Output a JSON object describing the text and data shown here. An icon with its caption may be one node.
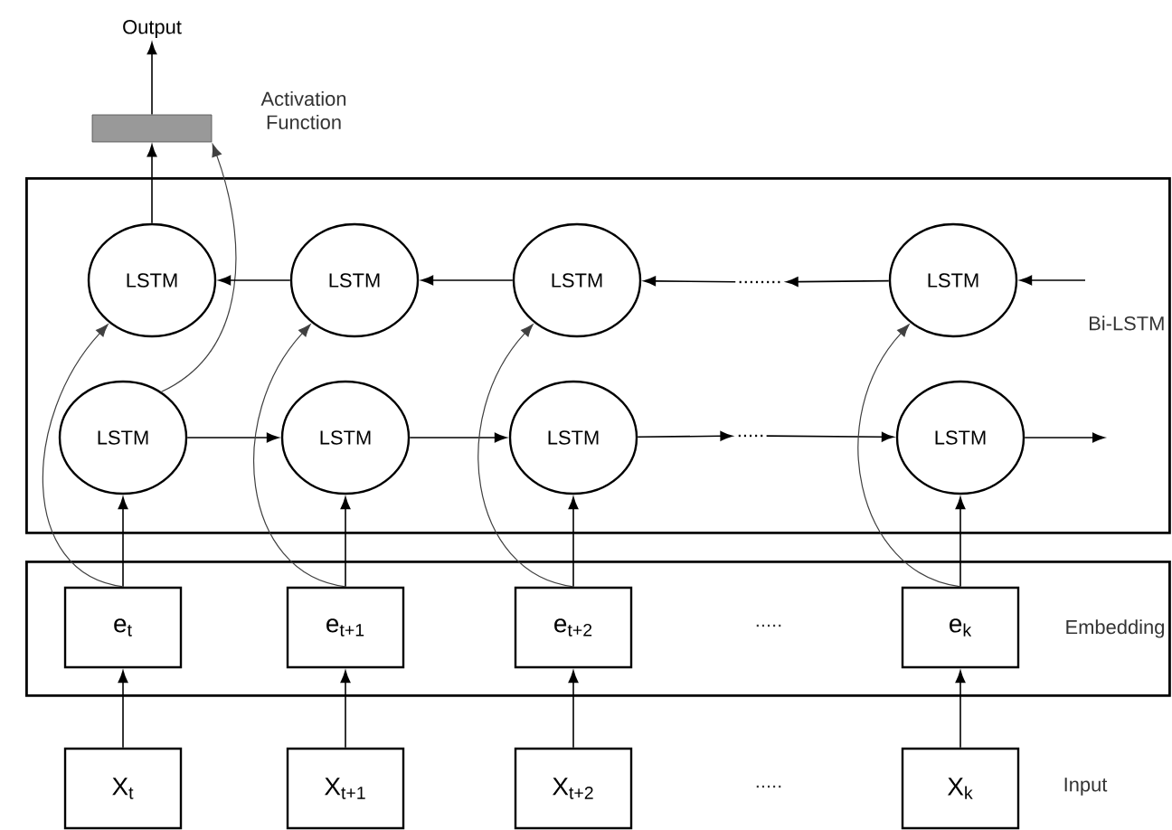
{
  "diagram": {
    "nodes": [
      {
        "text": [
          "Output"
        ]
      },
      {
        "text": [],
        "shape": "bar",
        "beside": [
          "Activation Function"
        ]
      },
      {
        "text": [
          "Bi-LSTM"
        ]
      },
      {
        "text": [
          "LSTM"
        ],
        "in": 2
      },
      {
        "text": [
          "LSTM"
        ],
        "in": 2
      },
      {
        "text": [
          "LSTM"
        ],
        "in": 2
      },
      {
        "text": [
          "LSTM"
        ],
        "in": 2
      },
      {
        "text": [
          "........"
        ],
        "in": 2
      },
      {
        "text": [
          "LSTM"
        ],
        "in": 2
      },
      {
        "text": [
          "LSTM"
        ],
        "in": 2
      },
      {
        "text": [
          "LSTM"
        ],
        "in": 2
      },
      {
        "text": [
          "LSTM"
        ],
        "in": 2
      },
      {
        "text": [
          "....."
        ],
        "in": 2
      },
      {
        "text": [
          "Embedding"
        ]
      },
      {
        "text": [
          "e$_{t}$"
        ],
        "in": 13
      },
      {
        "text": [
          "e$_{t+1}$"
        ],
        "in": 13
      },
      {
        "text": [
          "e$_{t+2}$"
        ],
        "in": 13
      },
      {
        "text": [
          "e$_{k}$"
        ],
        "in": 13
      },
      {
        "text": [
          "X$_{t}$"
        ]
      },
      {
        "text": [
          "X$_{t+1}$"
        ]
      },
      {
        "text": [
          "X$_{t+2}$"
        ]
      },
      {
        "text": [
          "X$_{k}$"
        ]
      }
    ],
    "edges": [
      {
        "from": 1,
        "to": 0,
        "arrow": "to"
      },
      {
        "from": 3,
        "to": 1,
        "arrow": "to"
      },
      {
        "from": 8,
        "to": 1,
        "arrow": "to"
      },
      {
        "from": 4,
        "to": 3,
        "arrow": "to"
      },
      {
        "from": 5,
        "to": 4,
        "arrow": "to"
      },
      {
        "from": 7,
        "to": 5,
        "arrow": "to"
      },
      {
        "from": 6,
        "to": 7,
        "arrow": "to"
      },
      {
        "from": null,
        "to": 6,
        "arrow": "to"
      },
      {
        "from": 8,
        "to": 9,
        "arrow": "to"
      },
      {
        "from": 9,
        "to": 10,
        "arrow": "to"
      },
      {
        "from": 10,
        "to": 12,
        "arrow": "to"
      },
      {
        "from": 12,
        "to": 11,
        "arrow": "to"
      },
      {
        "from": 11,
        "to": null,
        "arrow": "to"
      },
      {
        "from": 14,
        "to": 8,
        "arrow": "to"
      },
      {
        "from": 15,
        "to": 9,
        "arrow": "to"
      },
      {
        "from": 16,
        "to": 10,
        "arrow": "to"
      },
      {
        "from": 17,
        "to": 11,
        "arrow": "to"
      },
      {
        "from": 14,
        "to": 3,
        "arrow": "to"
      },
      {
        "from": 15,
        "to": 4,
        "arrow": "to"
      },
      {
        "from": 16,
        "to": 5,
        "arrow": "to"
      },
      {
        "from": 17,
        "to": 6,
        "arrow": "to"
      },
      {
        "from": 18,
        "to": 14,
        "arrow": "to"
      },
      {
        "from": 19,
        "to": 15,
        "arrow": "to"
      },
      {
        "from": 20,
        "to": 16,
        "arrow": "to"
      },
      {
        "from": 21,
        "to": 17,
        "arrow": "to"
      }
    ],
    "labels": [
      ".....",
      ".....",
      "Input"
    ]
  }
}
